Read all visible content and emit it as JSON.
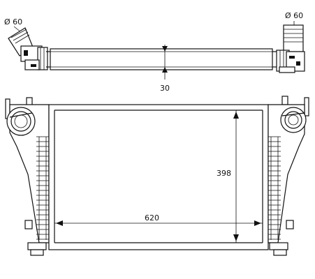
{
  "dimensions": {
    "inlet_left_diameter": "Ø 60",
    "inlet_right_diameter": "Ø 60",
    "core_thickness": "30",
    "core_height": "398",
    "core_width": "620"
  },
  "colors": {
    "line": "#111111",
    "background": "#ffffff"
  }
}
